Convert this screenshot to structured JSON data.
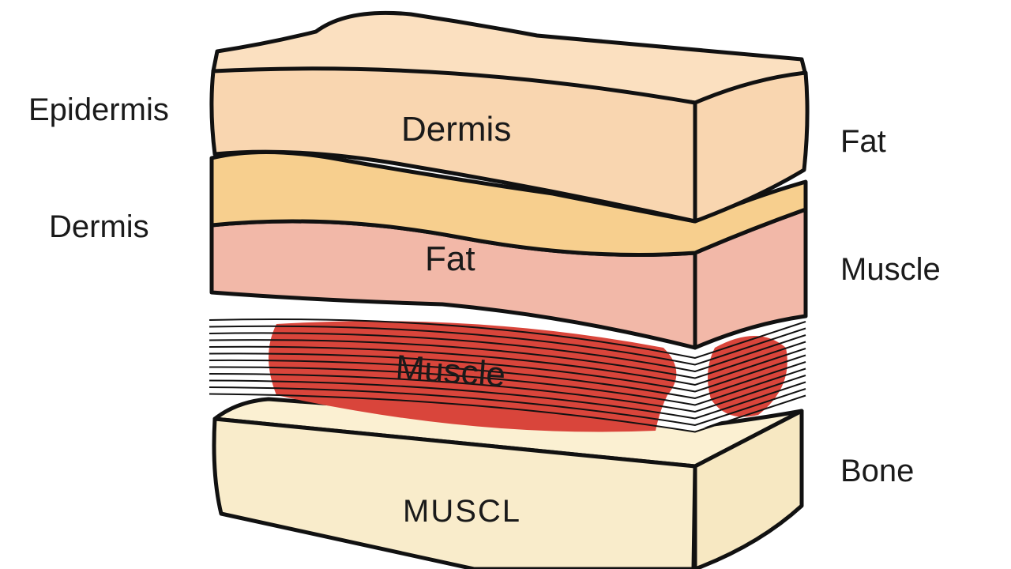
{
  "colors": {
    "dermis": "#f9d6b0",
    "fat_band": "#f7cf8e",
    "fat_block": "#f2b8a8",
    "muscle": "#d9453b",
    "bone": "#f9eccb",
    "outline": "#111111"
  },
  "side_labels": {
    "epidermis": "Epidermis",
    "dermis": "Dermis",
    "fat": "Fat",
    "muscle": "Muscle",
    "bone": "Bone"
  },
  "layer_labels": {
    "dermis": "Dermis",
    "fat": "Fat",
    "muscle": "Muscle",
    "bottom": "MUSCL"
  }
}
